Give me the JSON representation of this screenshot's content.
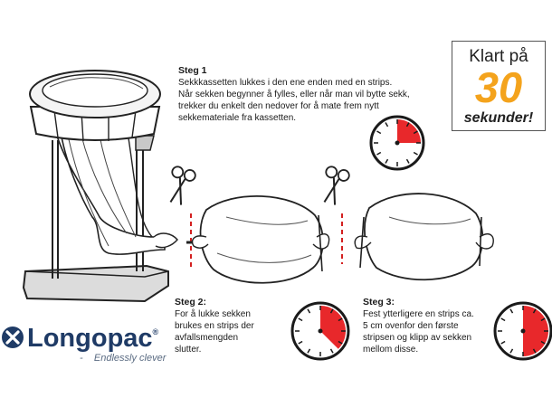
{
  "steps": [
    {
      "title": "Steg 1",
      "text": "Sekkkassetten lukkes i den ene enden med en strips.\nNår sekken begynner å fylles, eller når man vil bytte sekk,\ntrekker du enkelt den nedover for å mate frem nytt\nsekkemateriale fra kassetten."
    },
    {
      "title": "Steg 2:",
      "text": "For å lukke sekken\nbrukes en strips der\navfallsmengden\nslutter."
    },
    {
      "title": "Steg 3:",
      "text": "Fest ytterligere en strips ca.\n5 cm ovenfor den første\nstripsen og klipp av sekken\nmellom disse."
    }
  ],
  "badge": {
    "line1": "Klart på",
    "line2": "30",
    "line3": "sekunder!"
  },
  "brand": {
    "name": "Longopac",
    "mark": "®",
    "tagline": "-    Endlessly clever"
  },
  "timers": [
    {
      "name": "timer-step1",
      "fraction": 0.25
    },
    {
      "name": "timer-step2",
      "fraction": 0.375
    },
    {
      "name": "timer-step3",
      "fraction": 0.5
    }
  ],
  "colors": {
    "timer_fill": "#e8282b",
    "accent": "#f4a31c",
    "brand": "#1f3b66"
  },
  "icons": [
    "scissors-icon",
    "scissors-icon",
    "stopwatch-icon",
    "longopac-logo-icon"
  ]
}
